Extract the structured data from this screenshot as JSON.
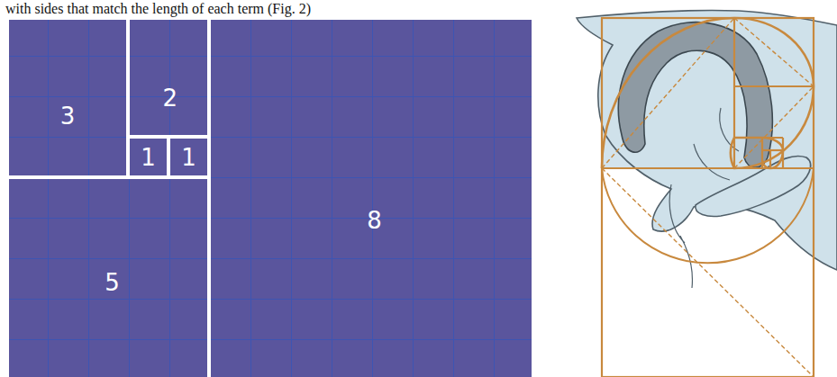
{
  "diagram": {
    "nodes": [
      {
        "text": [
          "3"
        ]
      },
      {
        "text": [
          "2"
        ]
      },
      {
        "text": [
          "1"
        ]
      },
      {
        "text": [
          "1"
        ]
      },
      {
        "text": [
          "5"
        ]
      },
      {
        "text": [
          "8"
        ]
      }
    ],
    "labels": [
      "with sides that match the length of each term (Fig. 2)"
    ]
  }
}
